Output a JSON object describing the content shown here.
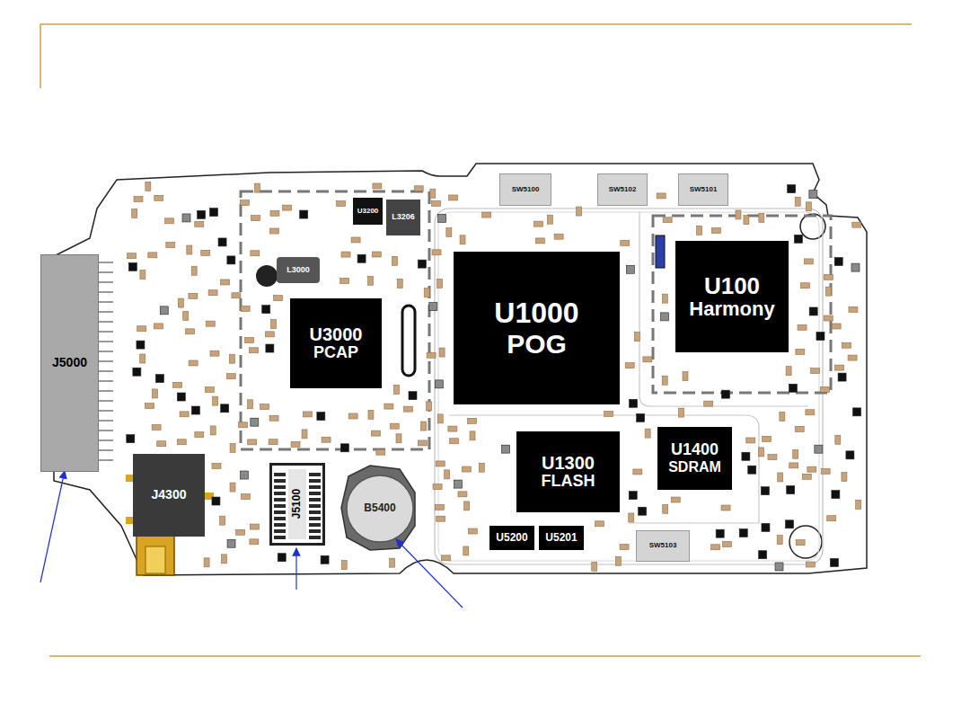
{
  "diagram": {
    "nodes": [
      {
        "text": [
          "SW5100"
        ]
      },
      {
        "text": [
          "SW5102"
        ]
      },
      {
        "text": [
          "SW5101"
        ]
      },
      {
        "text": [
          "U3200"
        ]
      },
      {
        "text": [
          "L3206"
        ]
      },
      {
        "text": [
          "U100",
          "Harmony"
        ]
      },
      {
        "text": [
          "L3000"
        ]
      },
      {
        "text": [
          "U1000",
          "POG"
        ]
      },
      {
        "text": [
          "J5000"
        ]
      },
      {
        "text": [
          "U3000",
          "PCAP"
        ]
      },
      {
        "text": [
          "U1400",
          "SDRAM"
        ]
      },
      {
        "text": [
          "U1300",
          "FLASH"
        ]
      },
      {
        "text": [
          "J4300"
        ]
      },
      {
        "text": [
          "J5100"
        ]
      },
      {
        "text": [
          "B5400"
        ]
      },
      {
        "text": [
          "U5200"
        ]
      },
      {
        "text": [
          "U5201"
        ]
      },
      {
        "text": [
          "SW5103"
        ]
      }
    ]
  }
}
